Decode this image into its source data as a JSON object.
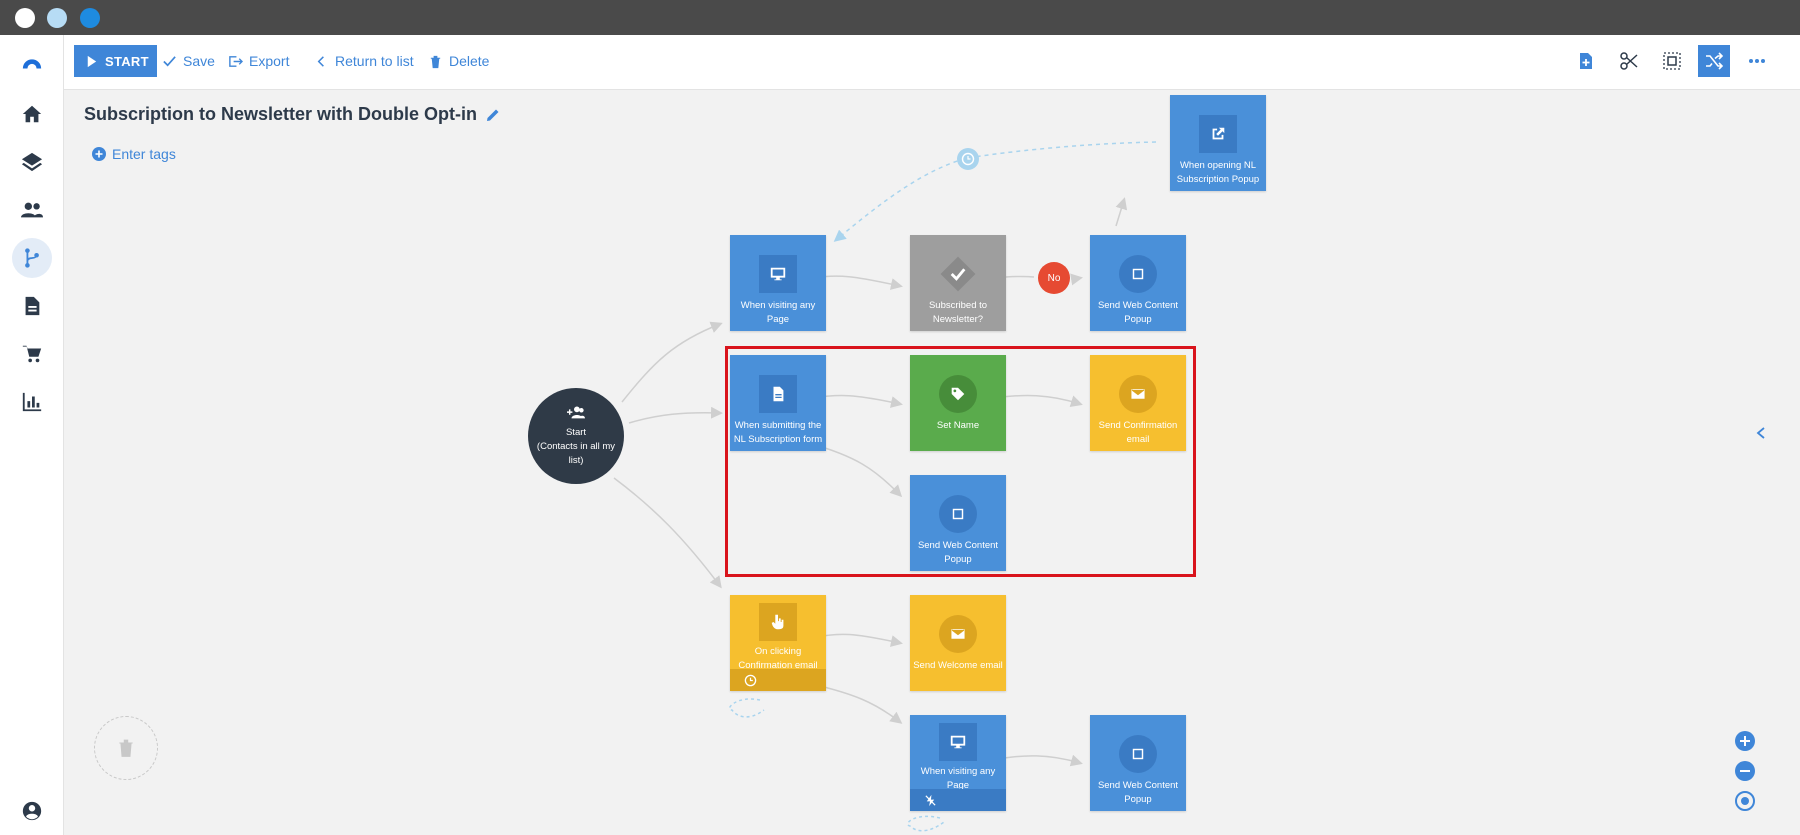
{
  "window": {
    "dot_colors": [
      "#ffffff",
      "#b7dcf5",
      "#1e8be0"
    ]
  },
  "toolbar": {
    "start_label": "START",
    "save_label": "Save",
    "export_label": "Export",
    "return_label": "Return to list",
    "delete_label": "Delete"
  },
  "sidebar": {
    "items": [
      "logo-icon",
      "home-icon",
      "layers-icon",
      "people-icon",
      "workflow-icon",
      "document-icon",
      "cart-icon",
      "chart-icon",
      "account-icon"
    ],
    "active": "workflow-icon"
  },
  "flow": {
    "title": "Subscription to Newsletter with Double Opt-in",
    "tags_label": "Enter tags"
  },
  "nodes": {
    "start": {
      "label": "Start\n(Contacts in all my list)"
    },
    "when_opening_popup": "When opening NL Subscription Popup",
    "when_visiting_page_1": "When visiting any Page",
    "subscribed_check": "Subscribed to Newsletter?",
    "no_badge": "No",
    "send_popup_1": "Send Web Content Popup",
    "when_submitting": "When submitting the NL Subscription form",
    "set_name": "Set Name",
    "send_confirmation": "Send Confirmation email",
    "send_popup_2": "Send Web Content Popup",
    "on_clicking": "On clicking Confirmation email",
    "send_welcome": "Send Welcome email",
    "when_visiting_page_2": "When visiting any Page",
    "send_popup_3": "Send Web Content Popup"
  },
  "colors": {
    "accent": "#3f86d8",
    "blue_node": "#4a90d9",
    "green_node": "#5aab4c",
    "yellow_node": "#f6bf2f",
    "gray_node": "#9e9e9e",
    "no_badge": "#e64a32",
    "selection": "#d9141c"
  }
}
